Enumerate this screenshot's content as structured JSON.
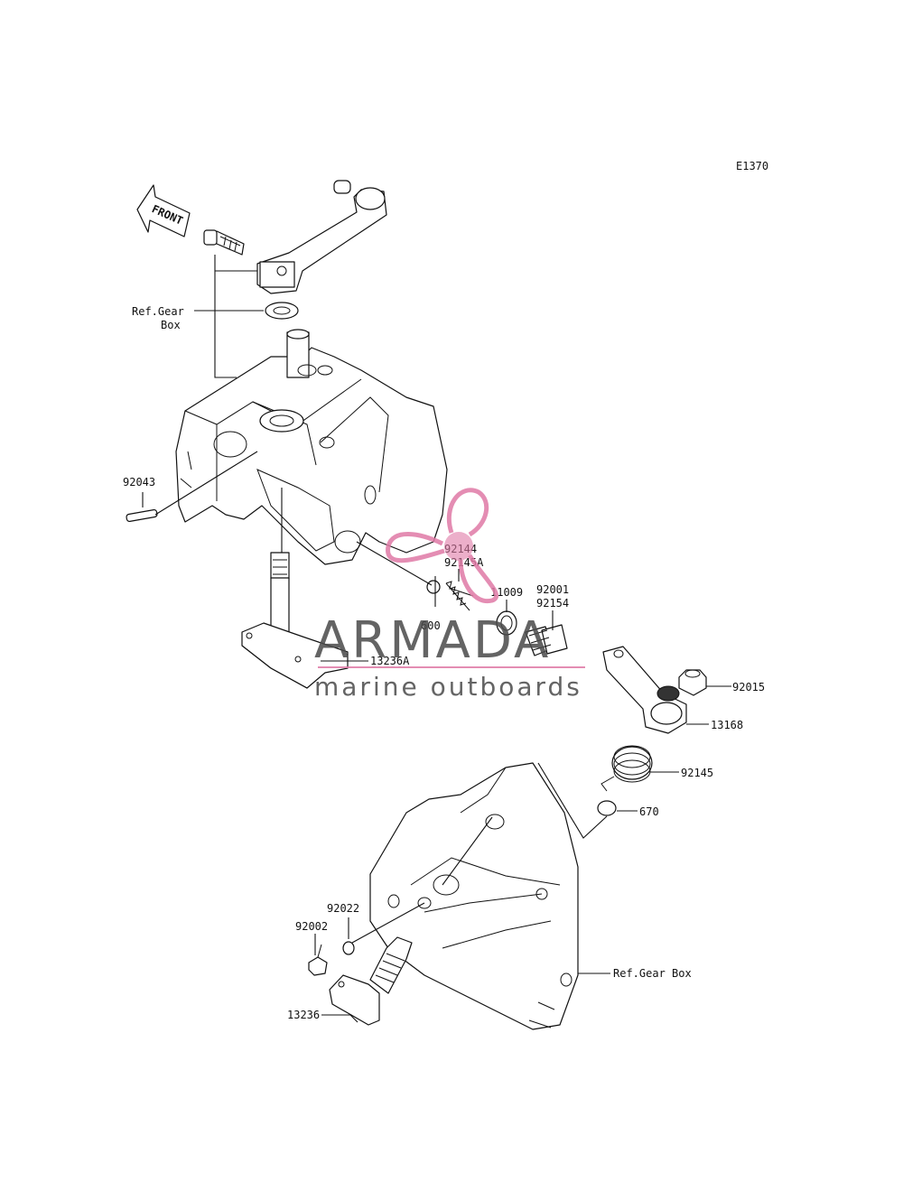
{
  "diagram": {
    "code": "E1370",
    "front_label": "FRONT",
    "ref_gear_box_upper_line1": "Ref.Gear",
    "ref_gear_box_upper_line2": "Box",
    "ref_gear_box_lower": "Ref.Gear Box",
    "parts": {
      "p92043": "92043",
      "p92144": "92144",
      "p92145A": "92145A",
      "p11009": "11009",
      "p92001": "92001",
      "p92154": "92154",
      "p600": "600",
      "p13236A": "13236A",
      "p92015": "92015",
      "p13168": "13168",
      "p92145": "92145",
      "p670": "670",
      "p92022": "92022",
      "p92002": "92002",
      "p13236": "13236"
    }
  },
  "watermark": {
    "brand": "ARMADA",
    "tagline": "marine outboards",
    "accent_color": "#e07aa6"
  }
}
